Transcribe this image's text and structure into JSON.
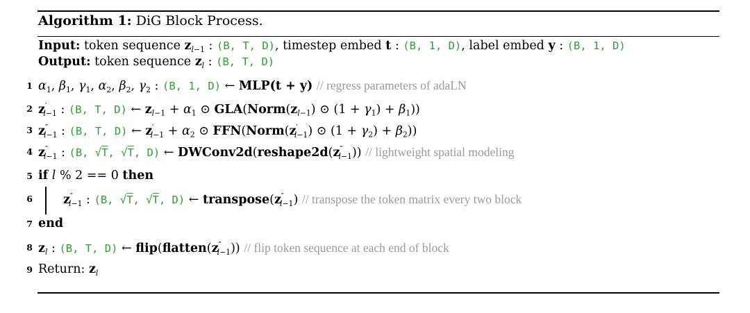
{
  "algorithm": {
    "label": "Algorithm 1:",
    "name": "DiG Block Process.",
    "input_kw": "Input:",
    "output_kw": "Output:",
    "type_BTD": "(B, T, D)",
    "type_B1D": "(B, 1, D)",
    "type_sqrt_open": "(B, ",
    "type_sqrt_T": "T",
    "type_sqrt_mid": ", ",
    "type_sqrt_close": ", D)",
    "text": {
      "token_sequence": "token sequence",
      "timestep_embed": "timestep embed",
      "label_embed": "label embed",
      "return": "Return:"
    },
    "ops": {
      "mlp": "MLP",
      "gla": "GLA",
      "norm": "Norm",
      "ffn": "FFN",
      "dwconv": "DWConv2d",
      "reshape": "reshape2d",
      "transpose": "transpose",
      "flip": "flip",
      "flatten": "flatten"
    },
    "keywords": {
      "if": "if",
      "then": "then",
      "end": "end"
    },
    "comments": {
      "line1": "// regress parameters of adaLN",
      "line4": "// lightweight spatial modeling",
      "line6": "// transpose the token matrix every two block",
      "line8": "// flip token sequence at each end of block"
    },
    "line_numbers": [
      "1",
      "2",
      "3",
      "4",
      "5",
      "6",
      "7",
      "8",
      "9"
    ]
  }
}
